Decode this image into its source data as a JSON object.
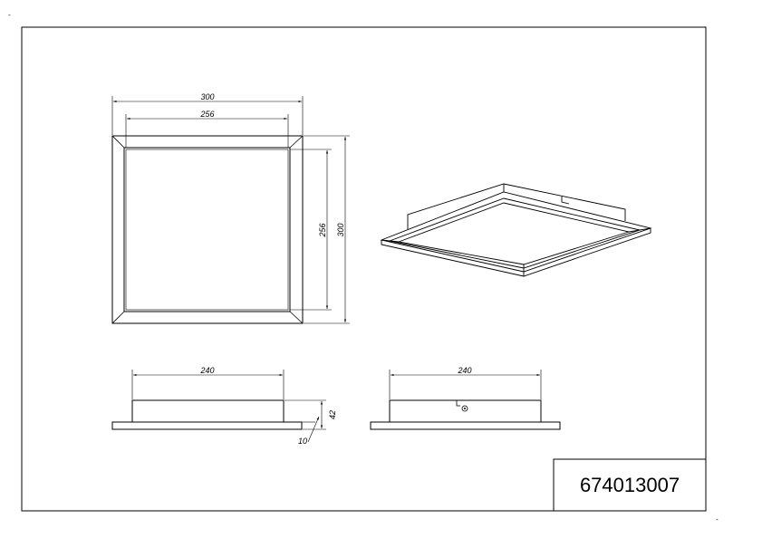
{
  "corner_marks": {
    "top_left": "-",
    "bottom_right": "-"
  },
  "top_view": {
    "outer_width": "300",
    "inner_width": "256",
    "inner_height": "256",
    "outer_height": "300"
  },
  "side_view_left": {
    "width": "240",
    "height": "42",
    "plate_thickness": "10"
  },
  "side_view_right": {
    "width": "240"
  },
  "title_block": {
    "article_number": "674013007"
  }
}
